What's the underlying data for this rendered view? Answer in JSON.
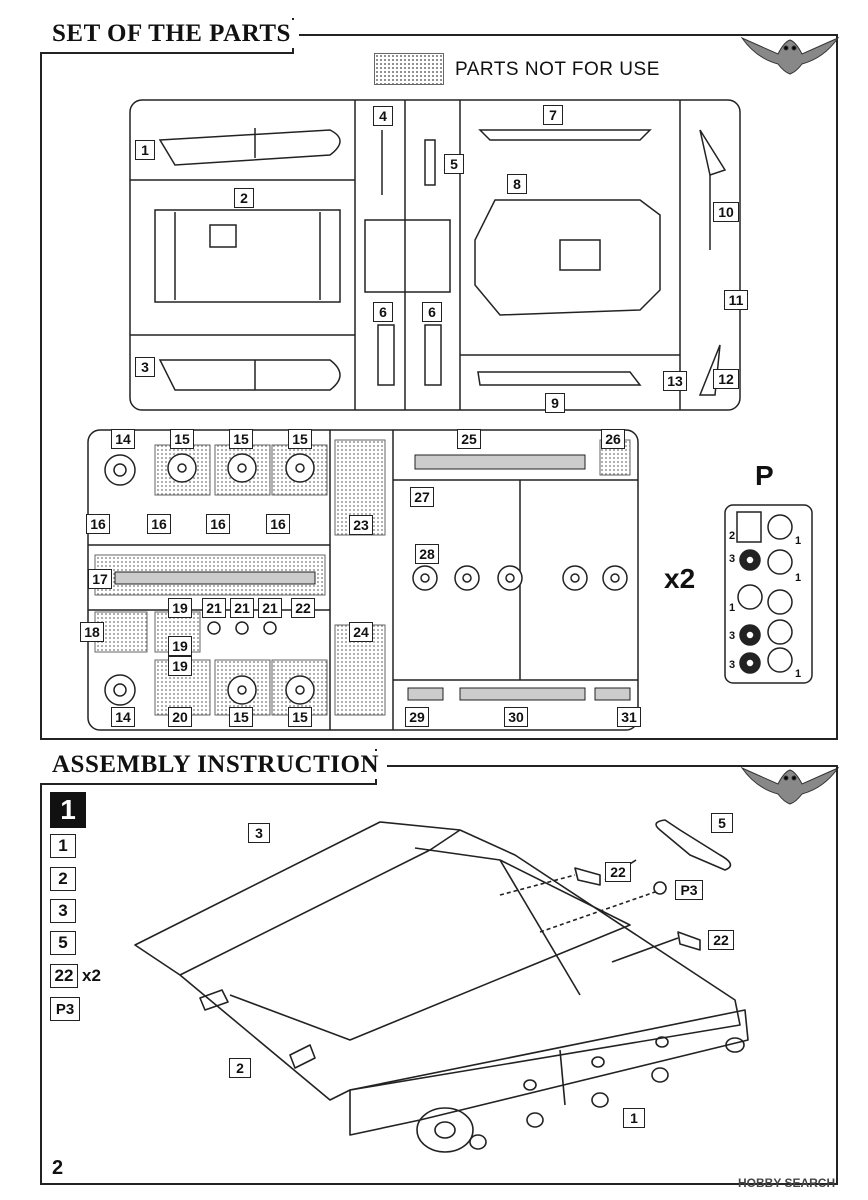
{
  "parts_section": {
    "title": "SET OF THE PARTS",
    "legend_text": "PARTS NOT FOR USE",
    "multiplier": "x2",
    "pe_sheet_label": "P",
    "sprue_a_numbers": [
      "1",
      "2",
      "3",
      "4",
      "5",
      "6",
      "6",
      "7",
      "8",
      "9",
      "10",
      "11",
      "12",
      "13"
    ],
    "sprue_b_numbers": [
      "14",
      "15",
      "15",
      "15",
      "16",
      "16",
      "16",
      "16",
      "17",
      "18",
      "19",
      "19",
      "19",
      "20",
      "21",
      "21",
      "21",
      "22",
      "14",
      "15",
      "15",
      "23",
      "24",
      "25",
      "26",
      "27",
      "28",
      "29",
      "30",
      "31"
    ],
    "pe_numbers": [
      "2",
      "1",
      "3",
      "1",
      "1",
      "3",
      "3",
      "1"
    ]
  },
  "assembly_section": {
    "title": "ASSEMBLY INSTRUCTION",
    "step_number": "1",
    "step_parts": [
      "1",
      "2",
      "3",
      "5",
      "22",
      "P3"
    ],
    "step_multiplier": "x2",
    "callouts": [
      "3",
      "5",
      "22",
      "P3",
      "22",
      "2",
      "1"
    ]
  },
  "page_number": "2",
  "watermark": "HOBBY SEARCH"
}
